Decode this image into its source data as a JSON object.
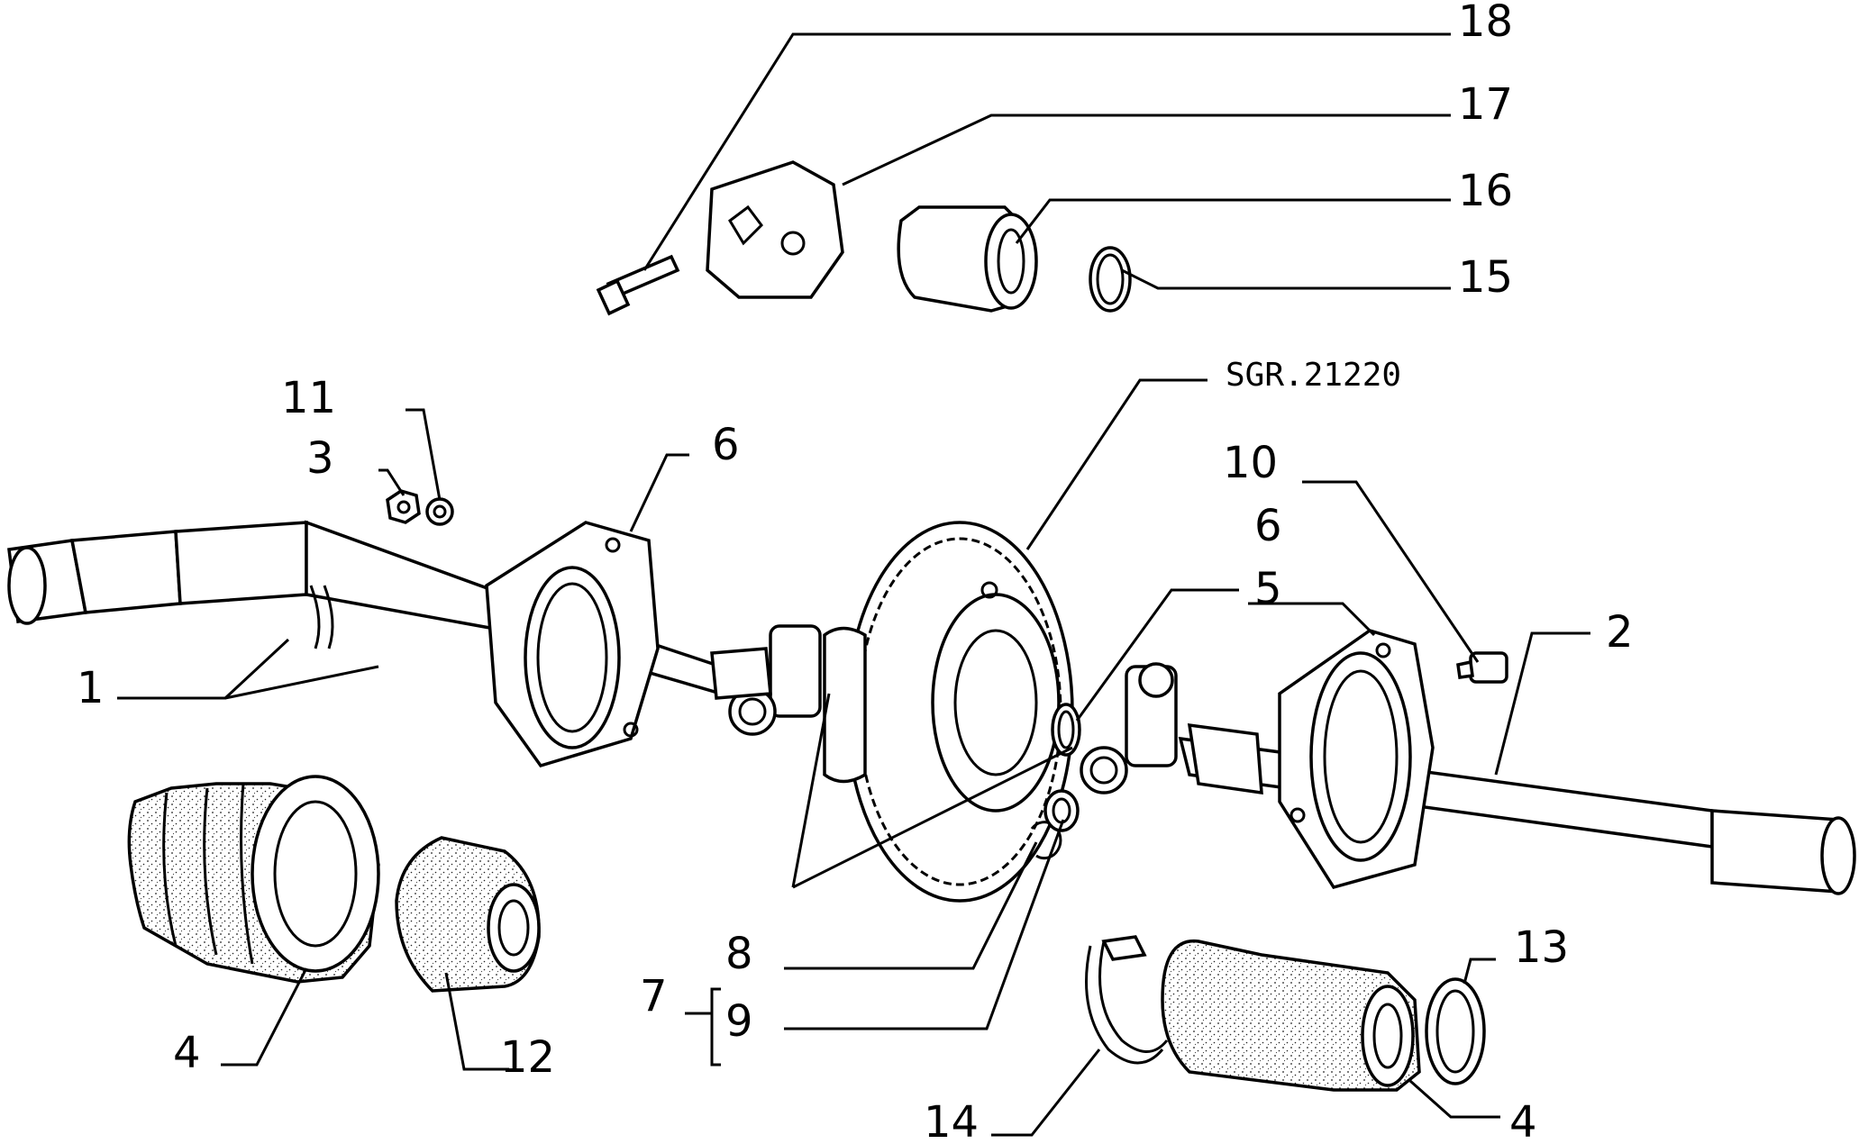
{
  "diagram": {
    "code": "SGR.21220",
    "labels": {
      "p1": "1",
      "p2": "2",
      "p3": "3",
      "p4a": "4",
      "p4b": "4",
      "p5": "5",
      "p6a": "6",
      "p6b": "6",
      "p7": "7",
      "p8": "8",
      "p9": "9",
      "p10": "10",
      "p11": "11",
      "p12": "12",
      "p13": "13",
      "p14": "14",
      "p15": "15",
      "p16": "16",
      "p17": "17",
      "p18": "18"
    }
  }
}
